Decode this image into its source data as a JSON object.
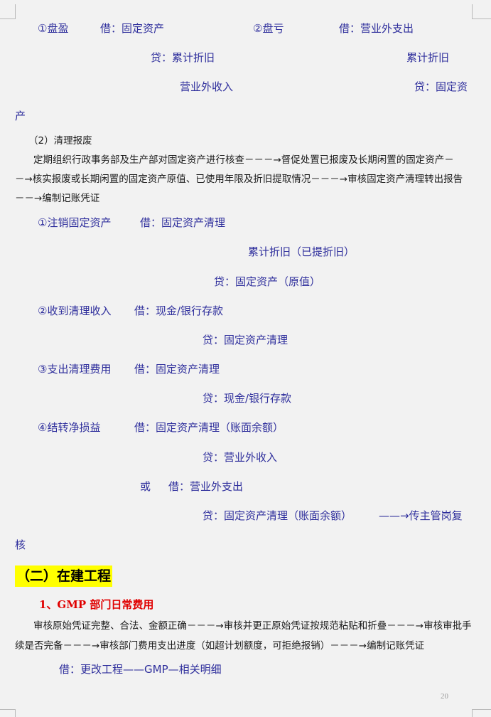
{
  "section_pan": {
    "surplus_label": "①盘盈",
    "surplus_debit": "借：固定资产",
    "surplus_credit": "贷：累计折旧",
    "surplus_credit2": "营业外收入",
    "loss_label": "②盘亏",
    "loss_debit": "借：营业外支出",
    "loss_debit2": "累计折旧",
    "loss_credit": "贷：固定资",
    "loss_credit_wrap": "产"
  },
  "section_scrap": {
    "title": "（2）清理报废",
    "para_line1": "定期组织行政事务部及生产部对固定资产进行核查－－－→督促处置已报废及长期闲置的固定资产－",
    "para_line2": "－→核实报废或长期闲置的固定资产原值、已使用年限及折旧提取情况－－－→审核固定资产清理转出报告",
    "para_line3": "－－→编制记账凭证",
    "entries": [
      {
        "label": "①注销固定资产",
        "debit": "借：固定资产清理",
        "debit2": "累计折旧（已提折旧）",
        "credit": "贷：固定资产（原值）"
      },
      {
        "label": "②收到清理收入",
        "debit": "借：现金/银行存款",
        "credit": "贷：固定资产清理"
      },
      {
        "label": "③支出清理费用",
        "debit": "借：固定资产清理",
        "credit": "贷：现金/银行存款"
      },
      {
        "label": "④结转净损益",
        "debit": "借：固定资产清理（账面余额）",
        "credit": "贷：营业外收入",
        "or_label": "或",
        "alt_debit": "借：营业外支出",
        "alt_credit": "贷：固定资产清理（账面余额）",
        "followup": "——→传主管岗复",
        "followup_wrap": "核"
      }
    ]
  },
  "section_construction": {
    "heading": "（二）在建工程",
    "subheading": "1、GMP 部门日常费用",
    "para_line1": "审核原始凭证完整、合法、金额正确－－－→审核并更正原始凭证按规范粘贴和折叠－－－→审核审批手",
    "para_line2": "续是否完备－－－→审核部门费用支出进度（如超计划额度，可拒绝报销）－－－→编制记账凭证",
    "entry_debit": "借：更改工程——GMP—相关明细"
  },
  "footer": {
    "page_number": "20"
  },
  "colors": {
    "background": "#f2f2f2",
    "entry_text": "#2e2e9c",
    "body_text": "#1a1a1a",
    "heading_highlight": "#ffff00",
    "subheading_text": "#e00000"
  }
}
